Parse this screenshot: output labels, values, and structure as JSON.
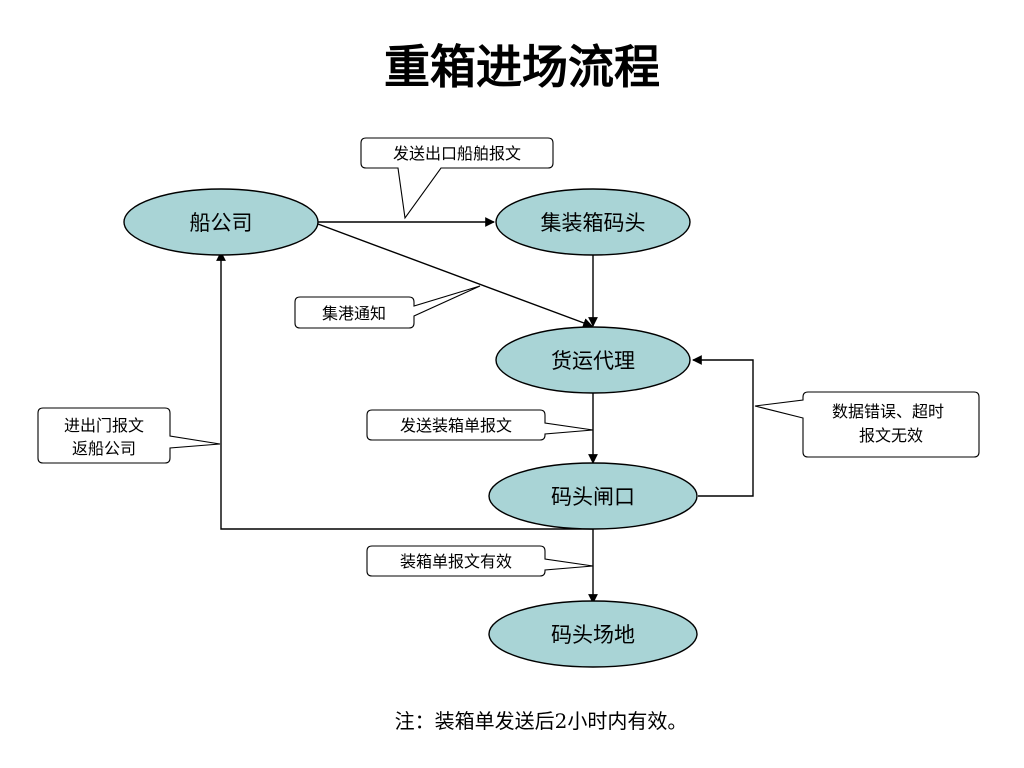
{
  "title": "重箱进场流程",
  "nodes": {
    "shipping_company": "船公司",
    "container_terminal": "集装箱码头",
    "freight_forwarder": "货运代理",
    "terminal_gate": "码头闸口",
    "terminal_yard": "码头场地"
  },
  "callouts": {
    "send_export_vessel_message": "发送出口船舶报文",
    "port_entry_notice": "集港通知",
    "send_packing_list_message": "发送装箱单报文",
    "packing_list_valid": "装箱单报文有效",
    "gate_message_line1": "进出门报文",
    "gate_message_line2": "返船公司",
    "error_line1": "数据错误、超时",
    "error_line2": "报文无效"
  },
  "note": "注：装箱单发送后2小时内有效。",
  "colors": {
    "node_fill": "#a9d4d6",
    "stroke": "#000000",
    "callout_fill": "#ffffff"
  }
}
